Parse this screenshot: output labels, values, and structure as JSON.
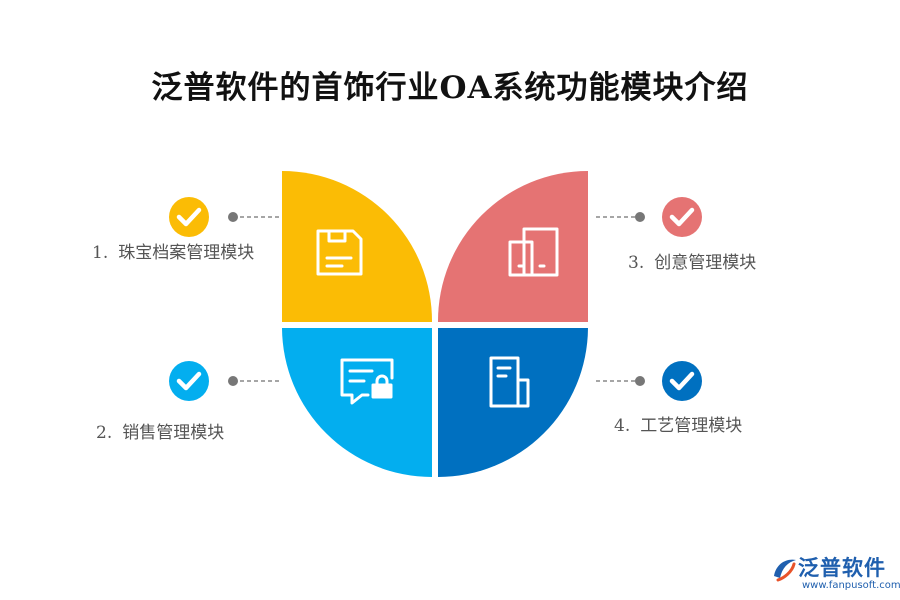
{
  "title": "泛普软件的首饰行业OA系统功能模块介绍",
  "modules": [
    {
      "num": "1.",
      "label": "珠宝档案管理模块",
      "color": "#fbbc05",
      "icon": "save-icon"
    },
    {
      "num": "2.",
      "label": "销售管理模块",
      "color": "#03aeef",
      "icon": "chat-lock-icon"
    },
    {
      "num": "3.",
      "label": "创意管理模块",
      "color": "#e57373",
      "icon": "devices-icon"
    },
    {
      "num": "4.",
      "label": "工艺管理模块",
      "color": "#0070c0",
      "icon": "document-icon"
    }
  ],
  "logo": {
    "text": "泛普软件",
    "url": "www.fanpusoft.com",
    "colors": [
      "#1f5fae",
      "#e8532a"
    ]
  }
}
